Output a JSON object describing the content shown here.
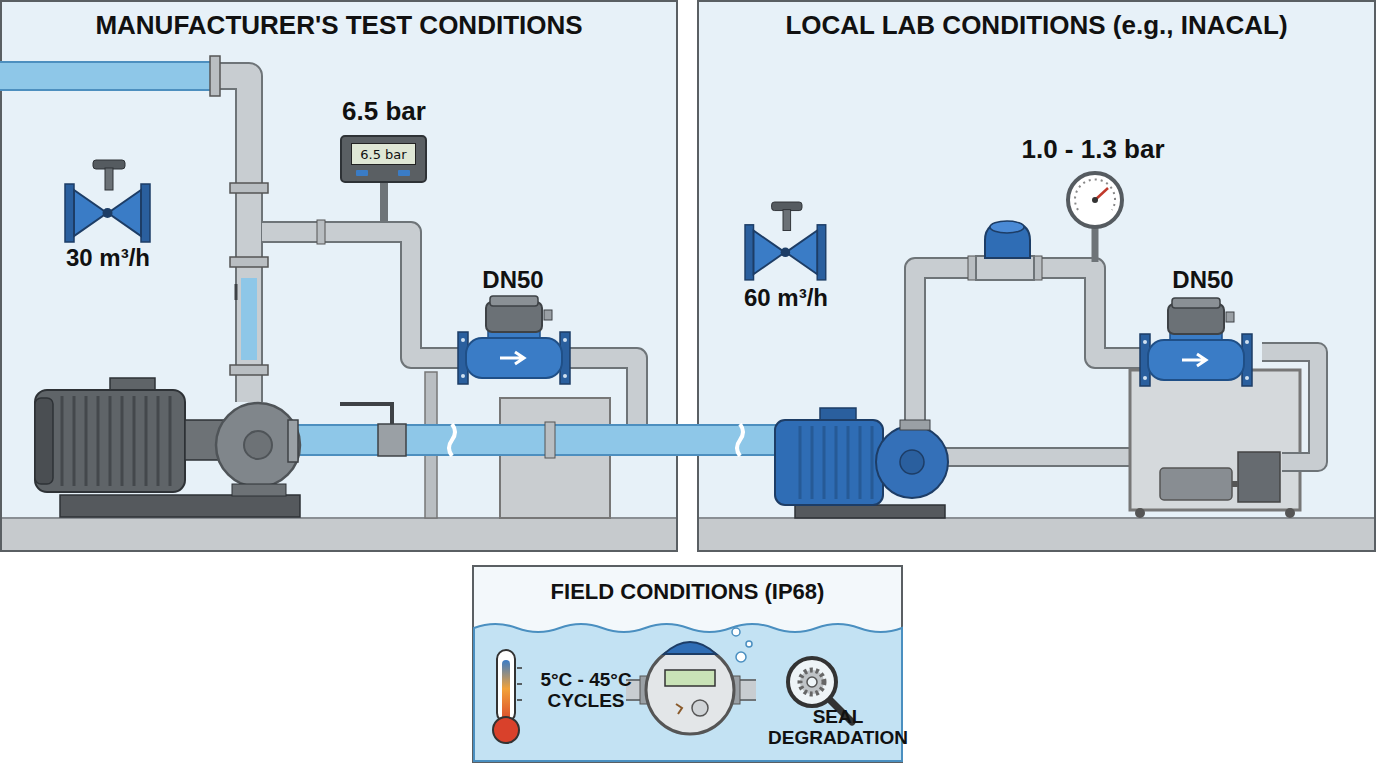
{
  "diagram": {
    "nodes": [
      {
        "text": [
          "MANUFACTURER'S TEST CONDITIONS"
        ]
      },
      {
        "text": [
          "6.5 bar"
        ],
        "in": 0
      },
      {
        "text": [
          "LOCAL LAB CONDITIONS (e.g., INACAL)"
        ]
      },
      {
        "text": [
          "FIELD CONDITIONS (IP68)"
        ]
      }
    ],
    "labels": [
      "6.5 bar",
      "30 m³/h",
      "DN50",
      "1.0 - 1.3 bar",
      "60 m³/h",
      "DN50",
      "5°C - 45°C CYCLES",
      "SEAL DEGRADATION"
    ]
  }
}
